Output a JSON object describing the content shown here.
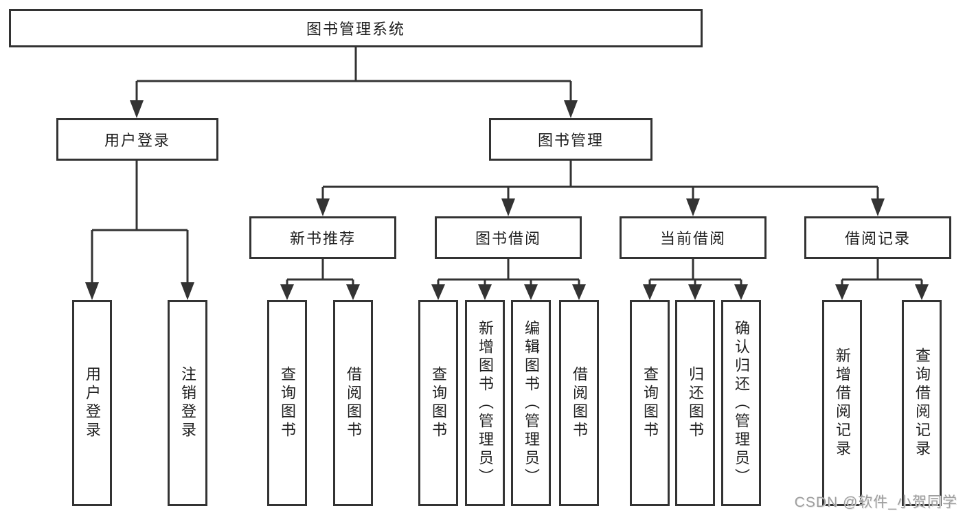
{
  "colors": {
    "line": "#333333",
    "text": "#1f1f1f",
    "watermark": "#9e9e9e",
    "background": "#ffffff"
  },
  "diagram": {
    "title": "图书管理系统",
    "branches": [
      {
        "label": "用户登录",
        "children": [
          {
            "label": "用户登录"
          },
          {
            "label": "注销登录"
          }
        ]
      },
      {
        "label": "图书管理",
        "children": [
          {
            "label": "新书推荐",
            "children": [
              {
                "label": "查询图书"
              },
              {
                "label": "借阅图书"
              }
            ]
          },
          {
            "label": "图书借阅",
            "children": [
              {
                "label": "查询图书"
              },
              {
                "label": "新增图书（管理员）"
              },
              {
                "label": "编辑图书（管理员）"
              },
              {
                "label": "借阅图书"
              }
            ]
          },
          {
            "label": "当前借阅",
            "children": [
              {
                "label": "查询图书"
              },
              {
                "label": "归还图书"
              },
              {
                "label": "确认归还（管理员）"
              }
            ]
          },
          {
            "label": "借阅记录",
            "children": [
              {
                "label": "新增借阅记录"
              },
              {
                "label": "查询借阅记录"
              }
            ]
          }
        ]
      }
    ]
  },
  "watermark": {
    "text": "CSDN @软件_小贺同学"
  }
}
